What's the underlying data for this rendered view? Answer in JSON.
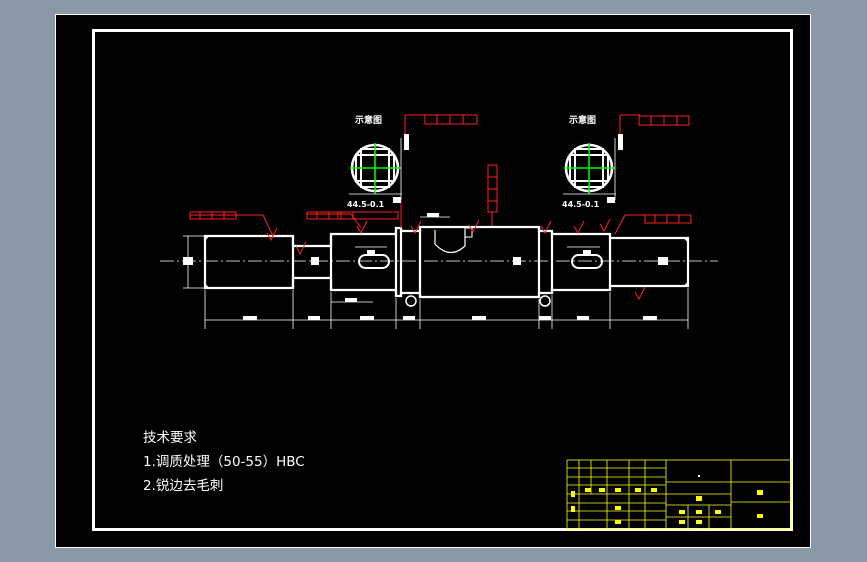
{
  "colors": {
    "background": "#8b98a8",
    "canvas": "#000000",
    "line": "#ffffff",
    "leader": "#ff2020",
    "title_block": "#ffff00",
    "highlight": "#00ff00"
  },
  "drawing": {
    "section_label_left": "示意图",
    "section_label_right": "示意图",
    "section_dim_left": "44.5-0.1",
    "section_dim_right": "44.5-0.1"
  },
  "notes": {
    "title": "技术要求",
    "item1": "1.调质处理（50-55）HBC",
    "item2": "2.锐边去毛刺"
  }
}
